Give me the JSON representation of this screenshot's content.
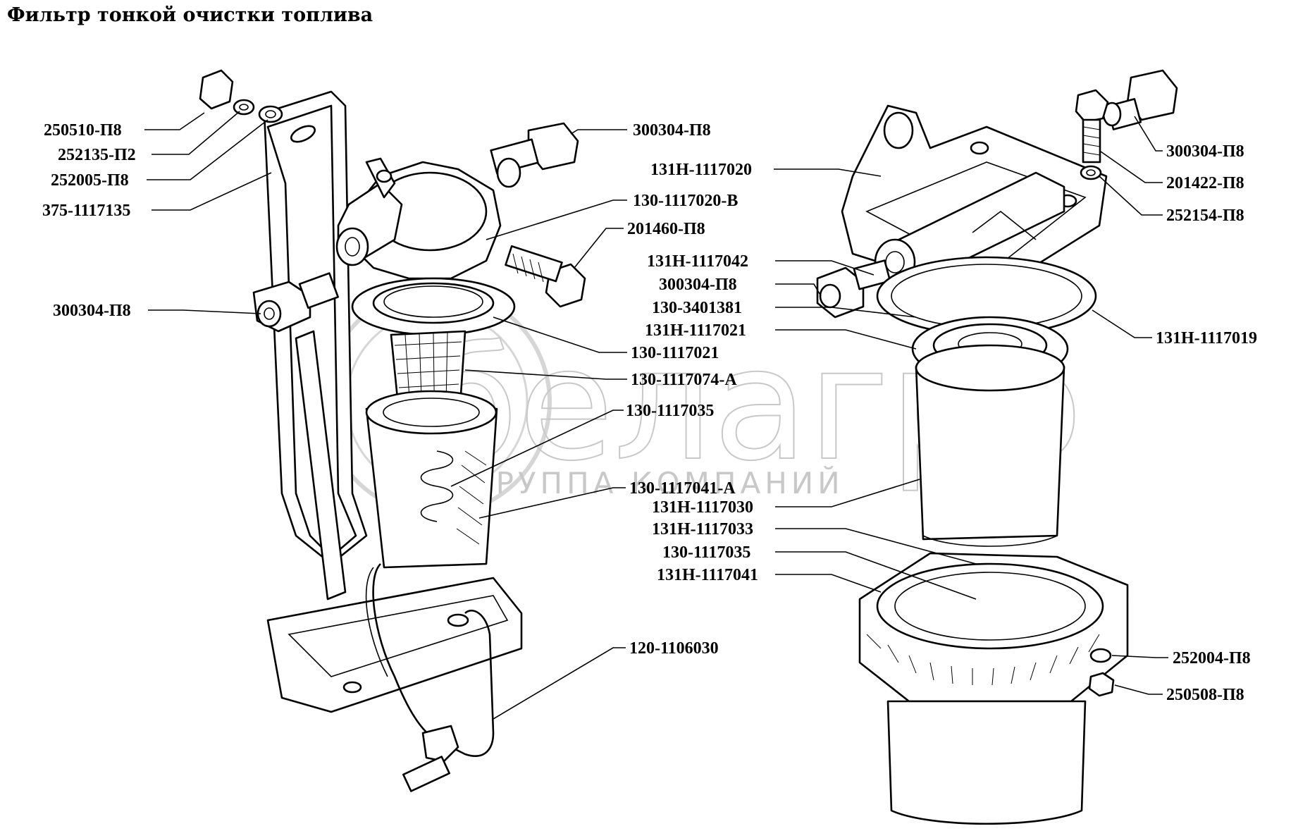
{
  "title": "Фильтр тонкой очистки топлива",
  "watermark": {
    "brand": "белагро",
    "subtitle": "ГРУППА КОМПАНИЙ"
  },
  "left_assembly": {
    "labels": [
      "250510-П8",
      "252135-П2",
      "252005-П8",
      "375-1117135",
      "300304-П8",
      "300304-П8",
      "130-1117020-В",
      "201460-П8",
      "130-1117021",
      "130-1117074-А",
      "130-1117035",
      "130-1117041-А",
      "120-1106030"
    ]
  },
  "right_assembly": {
    "labels": [
      "131Н-1117020",
      "300304-П8",
      "201422-П8",
      "252154-П8",
      "131Н-1117042",
      "300304-П8",
      "130-3401381",
      "131Н-1117021",
      "131Н-1117019",
      "131Н-1117030",
      "131Н-1117033",
      "130-1117035",
      "131Н-1117041",
      "252004-П8",
      "250508-П8"
    ]
  }
}
